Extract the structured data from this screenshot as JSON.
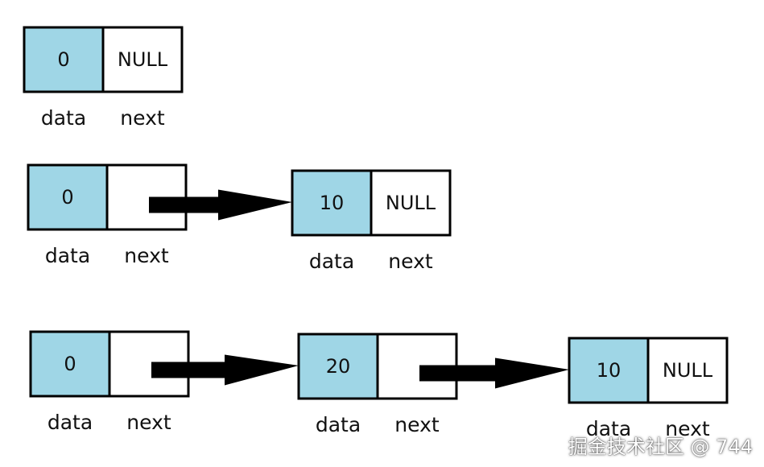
{
  "colors": {
    "data_fill": "#9fd6e6",
    "next_fill": "#ffffff",
    "stroke": "#000000",
    "arrow": "#000000"
  },
  "rows": [
    {
      "nodes": [
        {
          "data": "0",
          "next": "NULL",
          "data_label": "data",
          "next_label": "next"
        }
      ]
    },
    {
      "nodes": [
        {
          "data": "0",
          "next": "",
          "data_label": "data",
          "next_label": "next"
        },
        {
          "data": "10",
          "next": "NULL",
          "data_label": "data",
          "next_label": "next"
        }
      ]
    },
    {
      "nodes": [
        {
          "data": "0",
          "next": "",
          "data_label": "data",
          "next_label": "next"
        },
        {
          "data": "20",
          "next": "",
          "data_label": "data",
          "next_label": "next"
        },
        {
          "data": "10",
          "next": "NULL",
          "data_label": "data",
          "next_label": "next"
        }
      ]
    }
  ],
  "watermark": "掘金技术社区 @ 744"
}
